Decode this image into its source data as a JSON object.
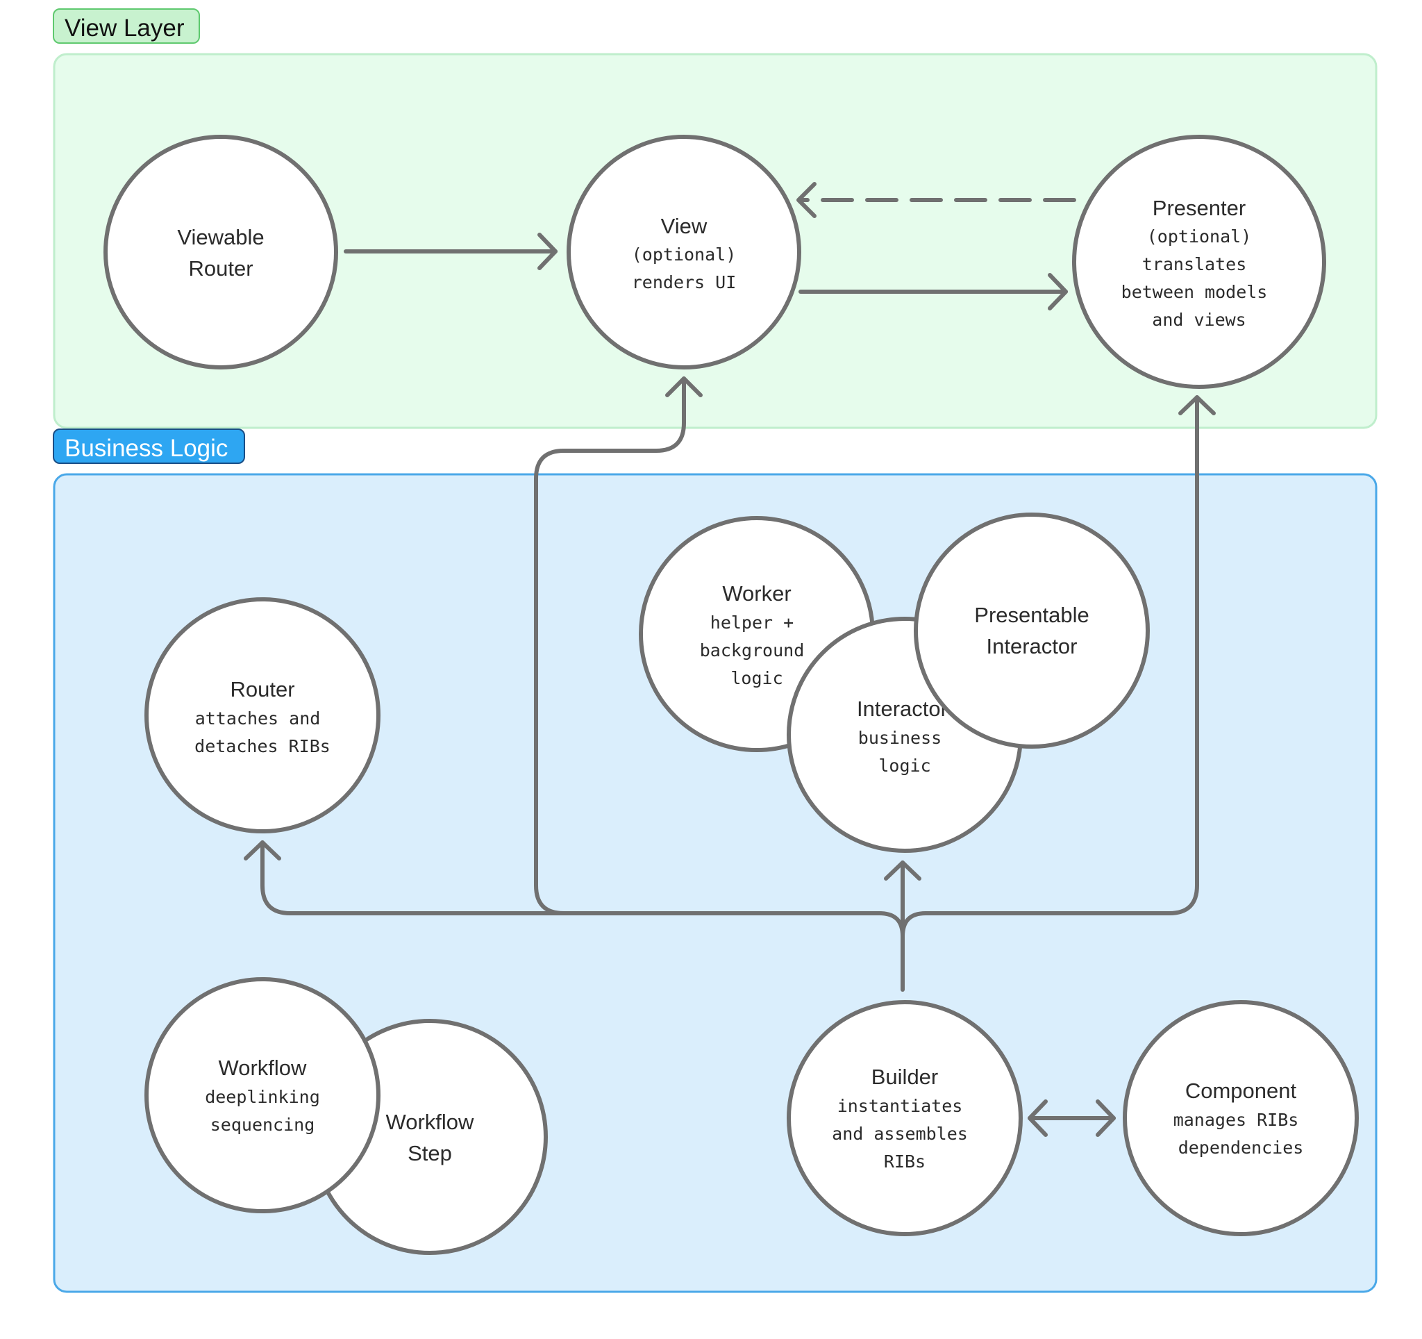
{
  "groups": {
    "view_layer": {
      "label": "View Layer"
    },
    "business_logic": {
      "label": "Business Logic"
    }
  },
  "colors": {
    "view_layer_fill": "#e6fcec",
    "view_layer_border": "#bfeecc",
    "view_layer_tag_fill": "#c8f2cf",
    "view_layer_tag_border": "#5fc96f",
    "business_logic_fill": "#daeefc",
    "business_logic_border": "#4aa8e8",
    "business_logic_tag_fill": "#2ea6f2",
    "business_logic_tag_border": "#1a4e86",
    "node_stroke": "#707070",
    "arrow": "#707070",
    "text": "#2b2b2b"
  },
  "nodes": {
    "viewable_router": {
      "title_1": "Viewable",
      "title_2": "Router"
    },
    "view": {
      "title": "View",
      "desc_1": "(optional)",
      "desc_2": "renders UI"
    },
    "presenter": {
      "title": "Presenter",
      "desc_1": "(optional)",
      "desc_2": "translates",
      "desc_3": "between models",
      "desc_4": "and views"
    },
    "worker": {
      "title": "Worker",
      "desc_1": "helper +",
      "desc_2": "background",
      "desc_3": "logic"
    },
    "interactor": {
      "title": "Interactor",
      "desc_1": "business",
      "desc_2": "logic"
    },
    "presentable_interactor": {
      "title_1": "Presentable",
      "title_2": "Interactor"
    },
    "router": {
      "title": "Router",
      "desc_1": "attaches and",
      "desc_2": "detaches RIBs"
    },
    "workflow": {
      "title": "Workflow",
      "desc_1": "deeplinking",
      "desc_2": "sequencing"
    },
    "workflow_step": {
      "title_1": "Workflow",
      "title_2": "Step"
    },
    "builder": {
      "title": "Builder",
      "desc_1": "instantiates",
      "desc_2": "and assembles",
      "desc_3": "RIBs"
    },
    "component": {
      "title": "Component",
      "desc_1": "manages RIBs",
      "desc_2": "dependencies"
    }
  }
}
